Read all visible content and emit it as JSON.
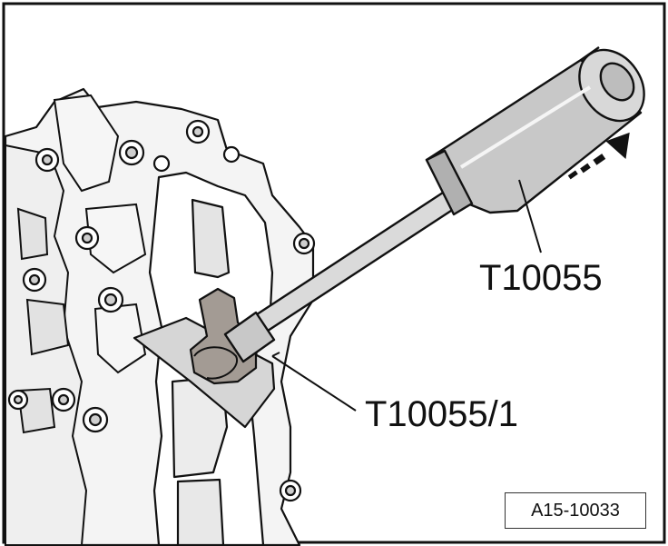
{
  "labels": {
    "tool_main": "T10055",
    "tool_adapter": "T10055/1"
  },
  "figure_ref": "A15-10033",
  "colors": {
    "tool_body": "#c8c8c8",
    "tool_shade": "#9a9a9a",
    "clip": "#a09890",
    "outline": "#111111",
    "casting": "#f0f0f0"
  }
}
